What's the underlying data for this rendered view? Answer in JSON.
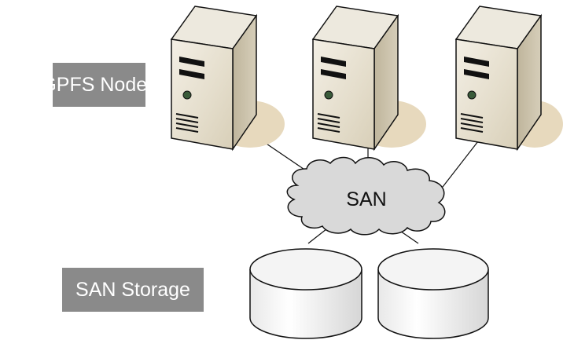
{
  "diagram": {
    "node_label": "GPFS Nodes",
    "storage_label": "SAN Storage",
    "network_label": "SAN",
    "server_icon": "server-tower-icon",
    "disk_icon": "disk-cylinder-icon",
    "network_icon": "cloud-icon",
    "colors": {
      "label_bg": "#8a8a8a",
      "label_text": "#ffffff",
      "server_front": "#e6e0d0",
      "server_side": "#c9c1ac",
      "server_top": "#ede9de",
      "shadow": "#e7d9bd",
      "cloud_fill": "#d9d9d9",
      "disk_fill": "#f0f0f0",
      "outline": "#111111"
    }
  }
}
